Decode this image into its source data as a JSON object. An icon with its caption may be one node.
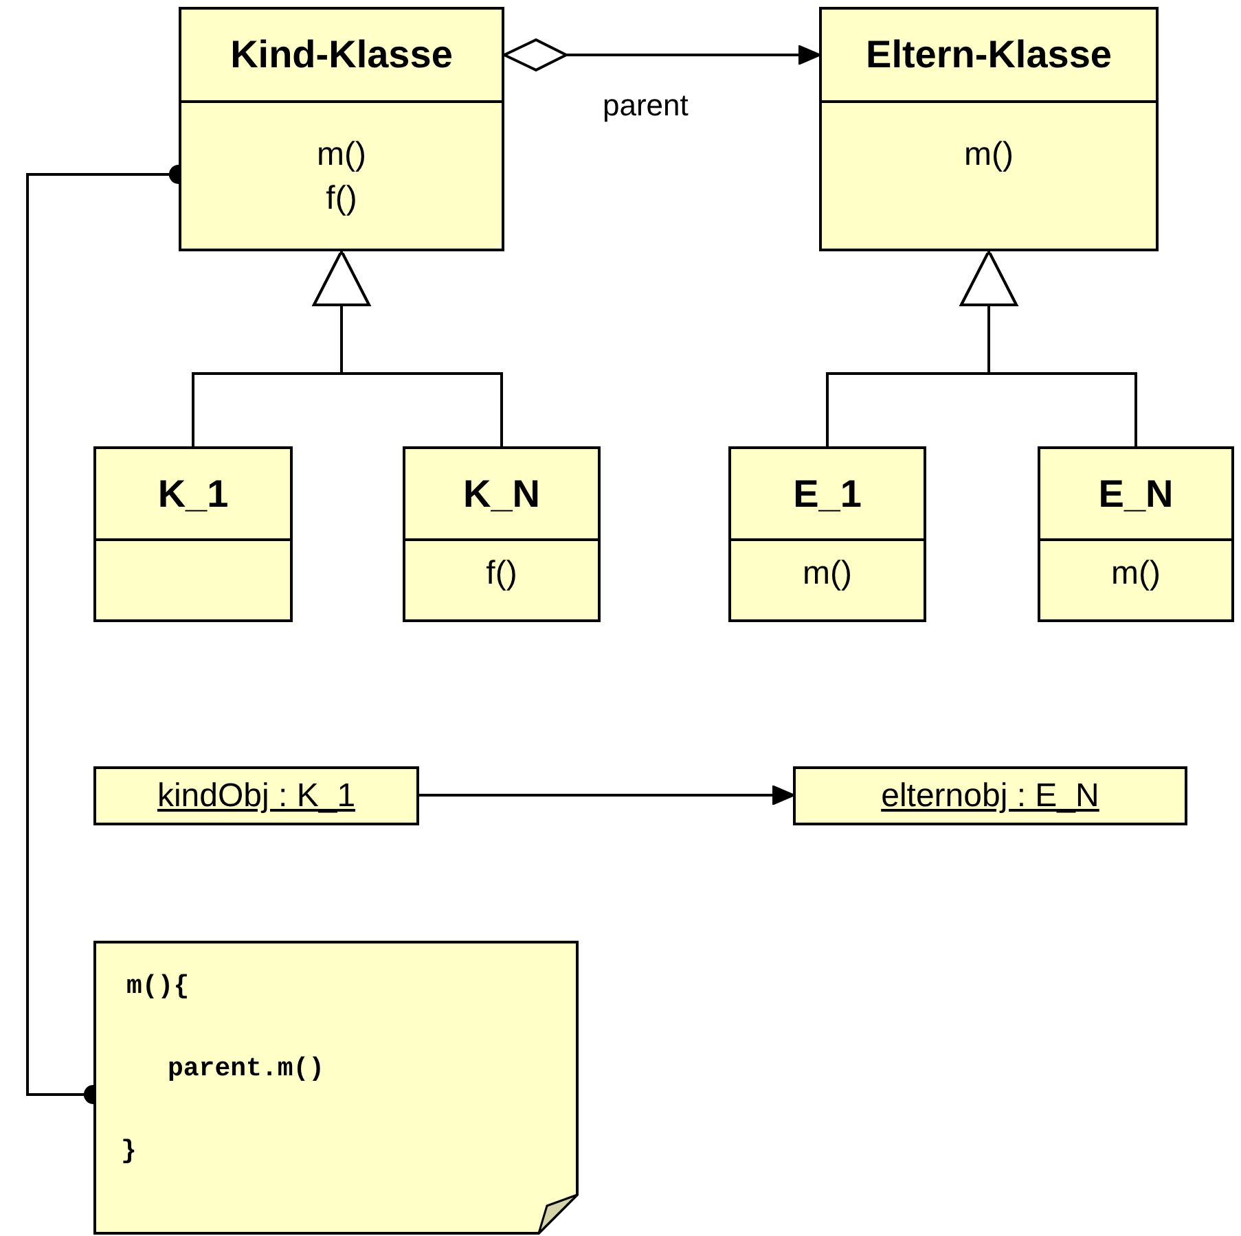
{
  "diagram": {
    "nodes": [
      {
        "text": [
          "Kind-Klasse",
          "m()",
          "f()"
        ]
      },
      {
        "text": [
          "Eltern-Klasse",
          "m()"
        ]
      },
      {
        "text": [
          "K_1"
        ]
      },
      {
        "text": [
          "K_N",
          "f()"
        ]
      },
      {
        "text": [
          "E_1",
          "m()"
        ]
      },
      {
        "text": [
          "E_N",
          "m()"
        ]
      },
      {
        "text": [
          "kindObj : K_1"
        ]
      },
      {
        "text": [
          "elternobj : E_N"
        ]
      },
      {
        "text": [
          "m(){",
          "parent.m()",
          "}"
        ]
      }
    ],
    "edges": [
      {
        "from": 0,
        "to": 1,
        "arrow": "to",
        "label": "parent"
      },
      {
        "from": 2,
        "to": 0,
        "arrow": "to"
      },
      {
        "from": 3,
        "to": 0,
        "arrow": "to"
      },
      {
        "from": 4,
        "to": 1,
        "arrow": "to"
      },
      {
        "from": 5,
        "to": 1,
        "arrow": "to"
      },
      {
        "from": 6,
        "to": 7,
        "arrow": "to"
      },
      {
        "from": 8,
        "to": 0,
        "arrow": "other"
      }
    ]
  }
}
